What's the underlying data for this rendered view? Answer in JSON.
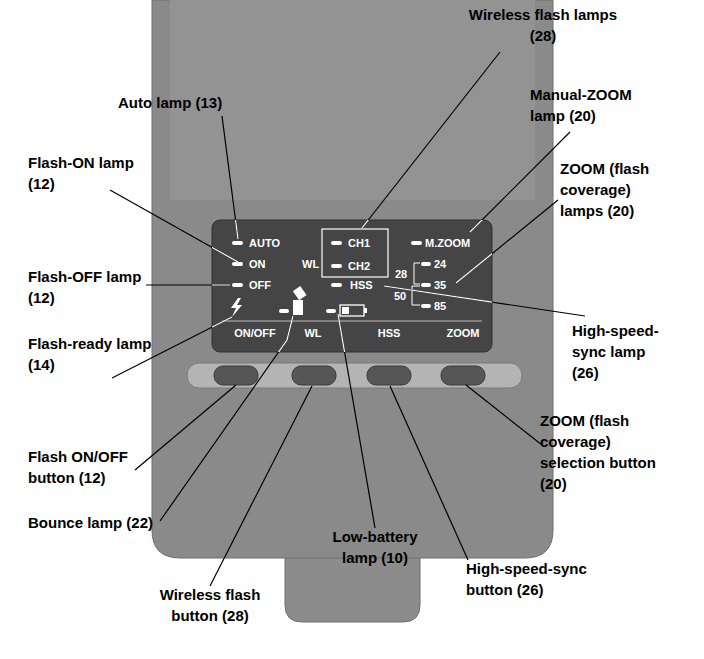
{
  "diagram": {
    "labels": [
      "Wireless flash lamps (28)",
      "Auto lamp (13)",
      "Manual-ZOOM lamp (20)",
      "Flash-ON lamp (12)",
      "ZOOM (flash coverage) lamps (20)",
      "Flash-OFF lamp (12)",
      "High-speed-sync lamp (26)",
      "Flash-ready lamp (14)",
      "ZOOM (flash coverage) selection button (20)",
      "Flash ON/OFF button (12)",
      "Bounce lamp (22)",
      "Low-battery lamp (10)",
      "High-speed-sync button (26)",
      "Wireless flash button (28)",
      "AUTO",
      "ON",
      "OFF",
      "WL",
      "CH1",
      "CH2",
      "M.ZOOM",
      "28",
      "24",
      "35",
      "50",
      "85",
      "HSS",
      "ON/OFF",
      "WL",
      "HSS",
      "ZOOM"
    ]
  }
}
